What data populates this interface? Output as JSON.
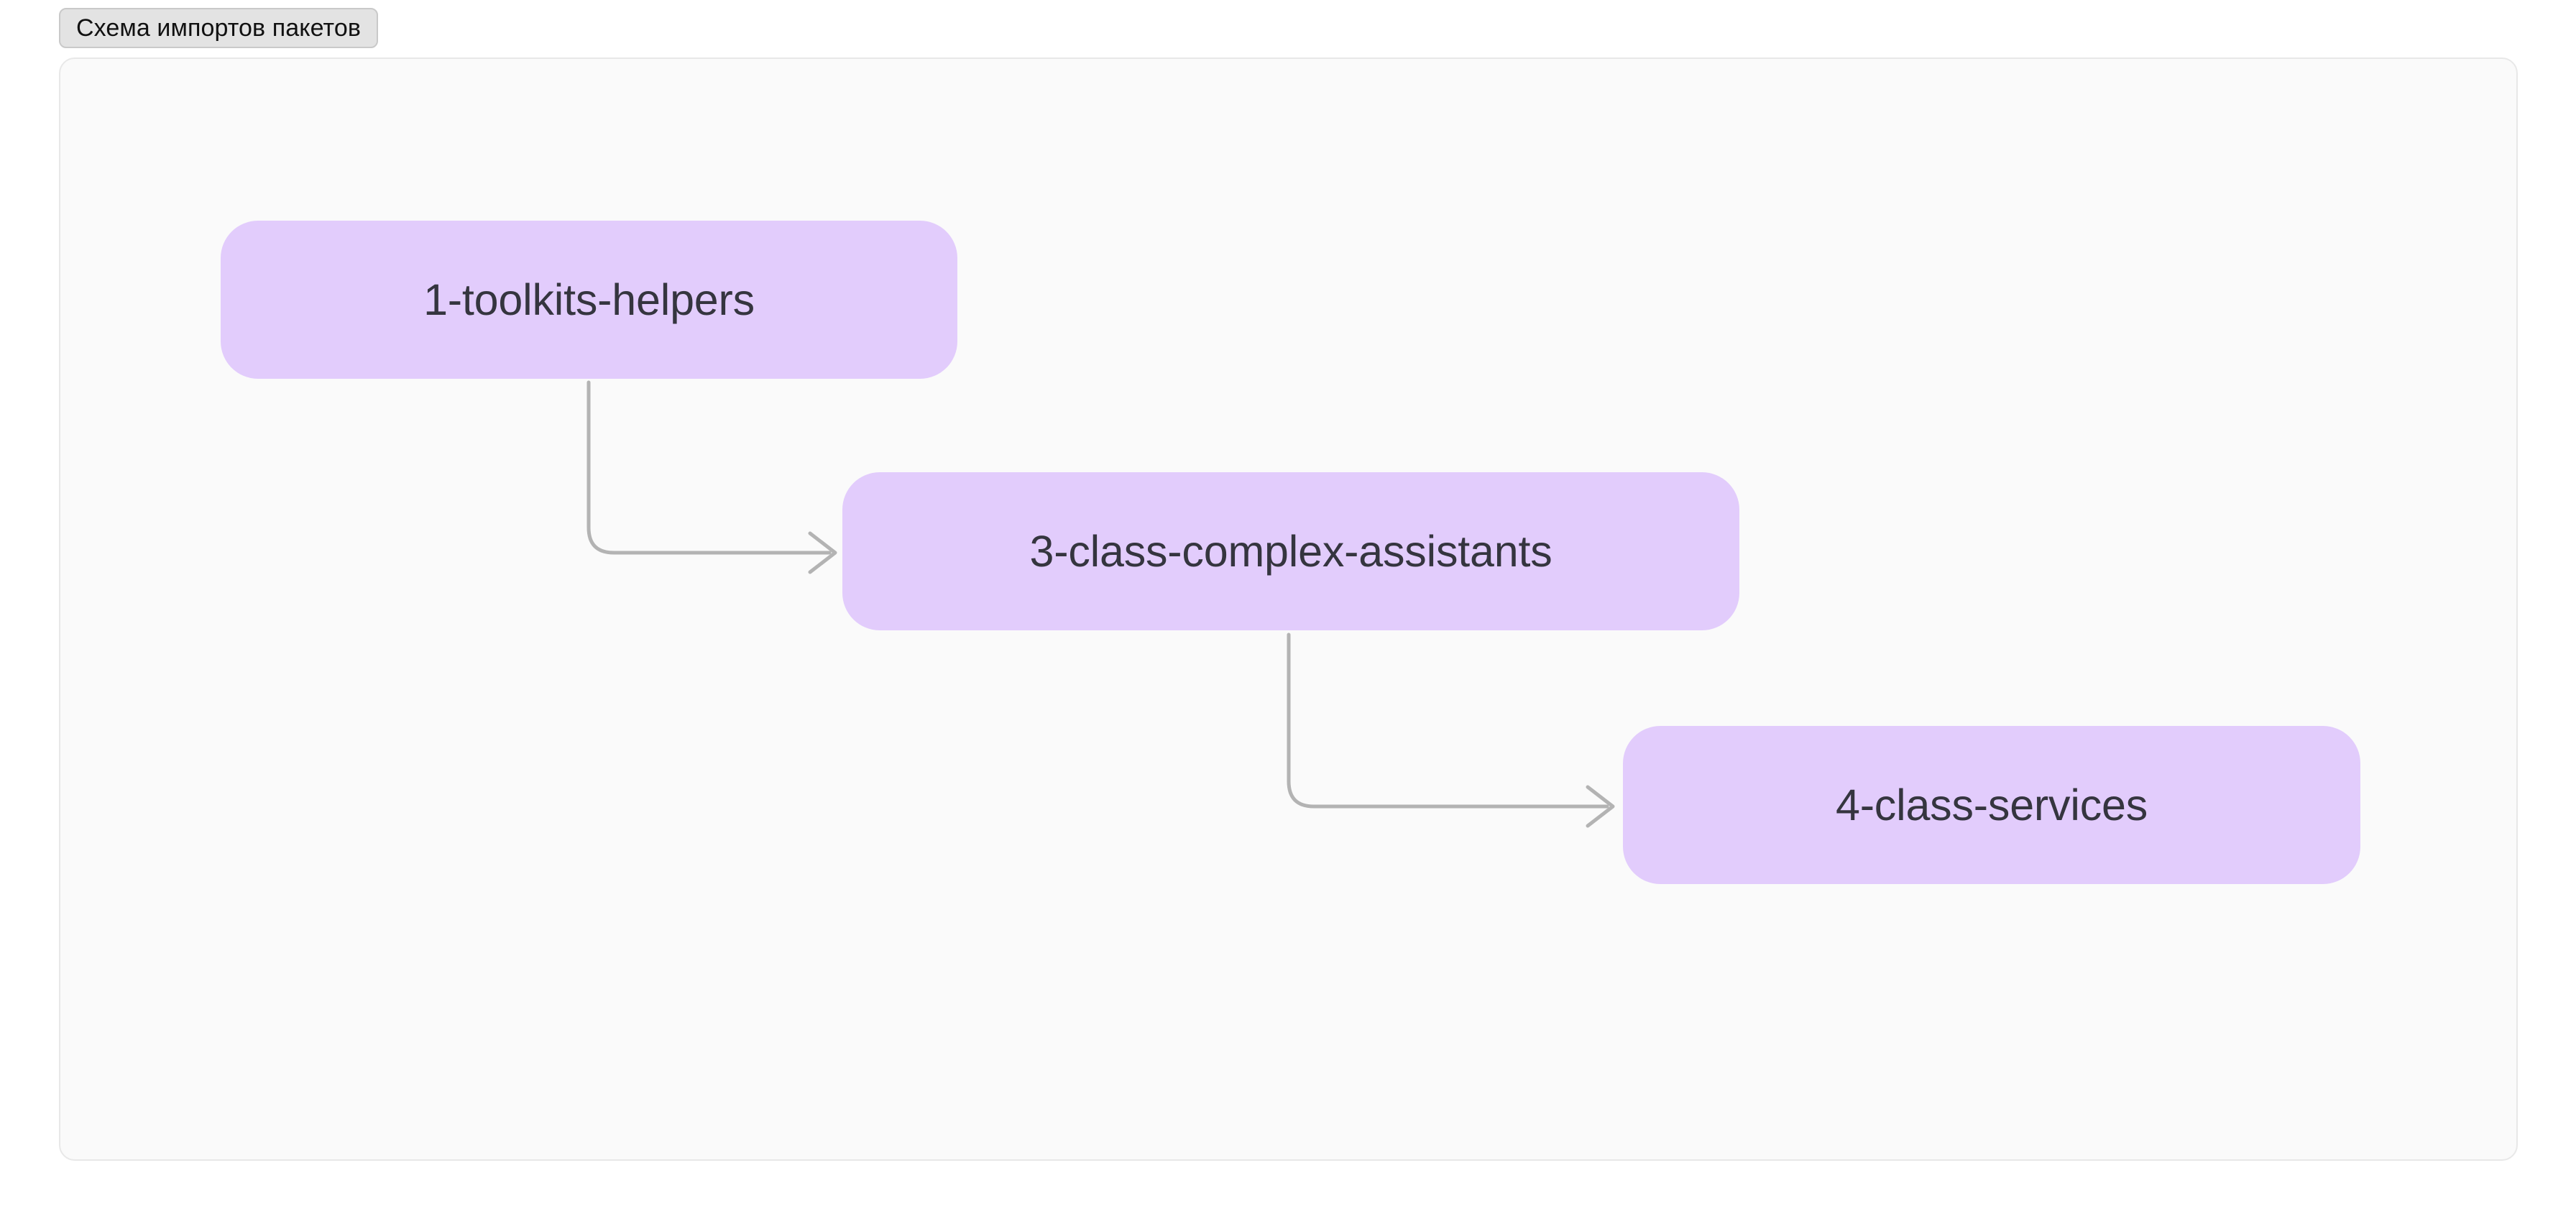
{
  "header": {
    "tab_label": "Схема импортов пакетов"
  },
  "diagram": {
    "type": "flowchart",
    "direction": "left-to-right-cascade",
    "canvas": {
      "background_color": "#fafafa",
      "border_color": "#e8e8e8"
    },
    "node_style": {
      "fill_color": "#e2ccfc",
      "text_color": "#35353f"
    },
    "edge_style": {
      "stroke_color": "#b3b3b3",
      "arrowhead": "open-chevron"
    },
    "nodes": [
      {
        "id": "1-toolkits-helpers",
        "label": "1-toolkits-helpers"
      },
      {
        "id": "3-class-complex-assistants",
        "label": "3-class-complex-assistants"
      },
      {
        "id": "4-class-services",
        "label": "4-class-services"
      }
    ],
    "edges": [
      {
        "from": "1-toolkits-helpers",
        "to": "3-class-complex-assistants"
      },
      {
        "from": "3-class-complex-assistants",
        "to": "4-class-services"
      }
    ]
  }
}
